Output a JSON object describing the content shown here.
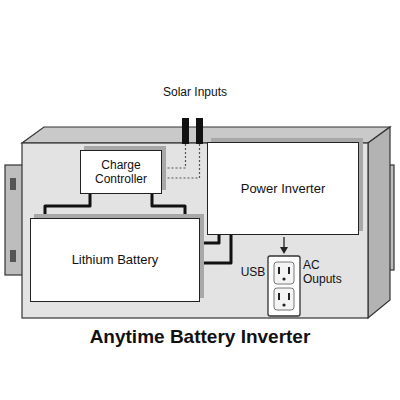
{
  "diagram": {
    "title": "Anytime Battery Inverter",
    "nodes": [
      {
        "text": [
          "Charge Controller"
        ]
      },
      {
        "text": [
          "Power Inverter"
        ]
      },
      {
        "text": [
          "Lithium Battery"
        ]
      }
    ],
    "edges": [
      {
        "from": 0,
        "to": 2,
        "arrow": "none"
      },
      {
        "from": 0,
        "to": 2,
        "arrow": "none"
      },
      {
        "from": 2,
        "to": 1,
        "arrow": "none"
      },
      {
        "from": 2,
        "to": 1,
        "arrow": "none"
      }
    ],
    "labels": [
      "Solar Inputs",
      "USB",
      "AC Ouputs"
    ]
  }
}
